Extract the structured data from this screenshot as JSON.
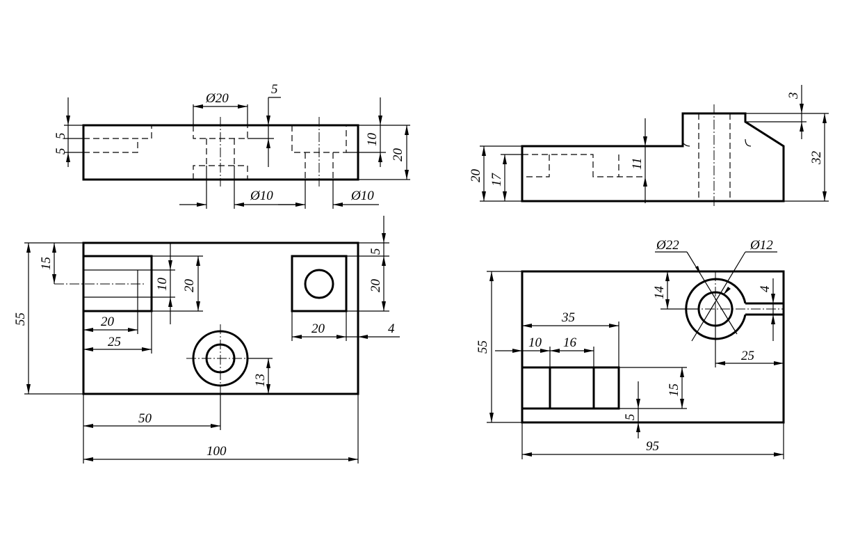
{
  "views": {
    "front_left": {
      "labels": {
        "d_5a": "5",
        "d_5b": "5",
        "d_dia20": "Ø20",
        "d_5top": "5",
        "d_10": "10",
        "d_20": "20",
        "d_dia10a": "Ø10",
        "d_dia10b": "Ø10"
      }
    },
    "top_left": {
      "labels": {
        "d_55": "55",
        "d_15": "15",
        "d_10": "10",
        "d_20": "20",
        "d_5": "5",
        "d_20b": "20",
        "d_20w": "20",
        "d_25": "25",
        "d_20c": "20",
        "d_4": "4",
        "d_13": "13",
        "d_50": "50",
        "d_100": "100"
      }
    },
    "front_right": {
      "labels": {
        "d_3": "3",
        "d_32": "32",
        "d_11": "11",
        "d_20": "20",
        "d_17": "17"
      }
    },
    "top_right": {
      "labels": {
        "d_dia22": "Ø22",
        "d_dia12": "Ø12",
        "d_14": "14",
        "d_4": "4",
        "d_35": "35",
        "d_10": "10",
        "d_16": "16",
        "d_25": "25",
        "d_55": "55",
        "d_15": "15",
        "d_5": "5",
        "d_95": "95"
      }
    }
  }
}
